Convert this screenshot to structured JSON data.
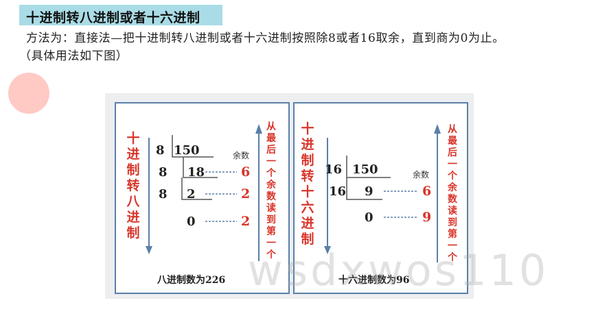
{
  "heading": "十进制转八进制或者十六进制",
  "text": {
    "line1": "方法为：直接法—把十进制转八进制或者十六进制按照除8或者16取余，直到商为0为止。",
    "line2": "（具体用法如下图）"
  },
  "figure": {
    "left_panel": {
      "vertical_title": "十进制转八进制",
      "remainder_header": "余数",
      "divisors": [
        "8",
        "8",
        "8"
      ],
      "quotients": [
        "150",
        "18",
        "2",
        "0"
      ],
      "remainders": [
        "6",
        "2",
        "2"
      ],
      "side_note": "从最后一个余数读到第一个",
      "result": "八进制数为226"
    },
    "right_panel": {
      "vertical_title": "十进制转十六进制",
      "remainder_header": "余数",
      "divisors": [
        "16",
        "16"
      ],
      "quotients": [
        "150",
        "9",
        "0"
      ],
      "remainders": [
        "6",
        "9"
      ],
      "side_note": "从最后一个余数读到第一个",
      "result": "十六进制数为96"
    },
    "watermark": "wsdxwos110"
  },
  "colors": {
    "title_highlight": "#a9dce6",
    "accent_red": "#d8352a",
    "frame_blue": "#5a7fa8",
    "decor_circle": "#ffc9c4"
  }
}
